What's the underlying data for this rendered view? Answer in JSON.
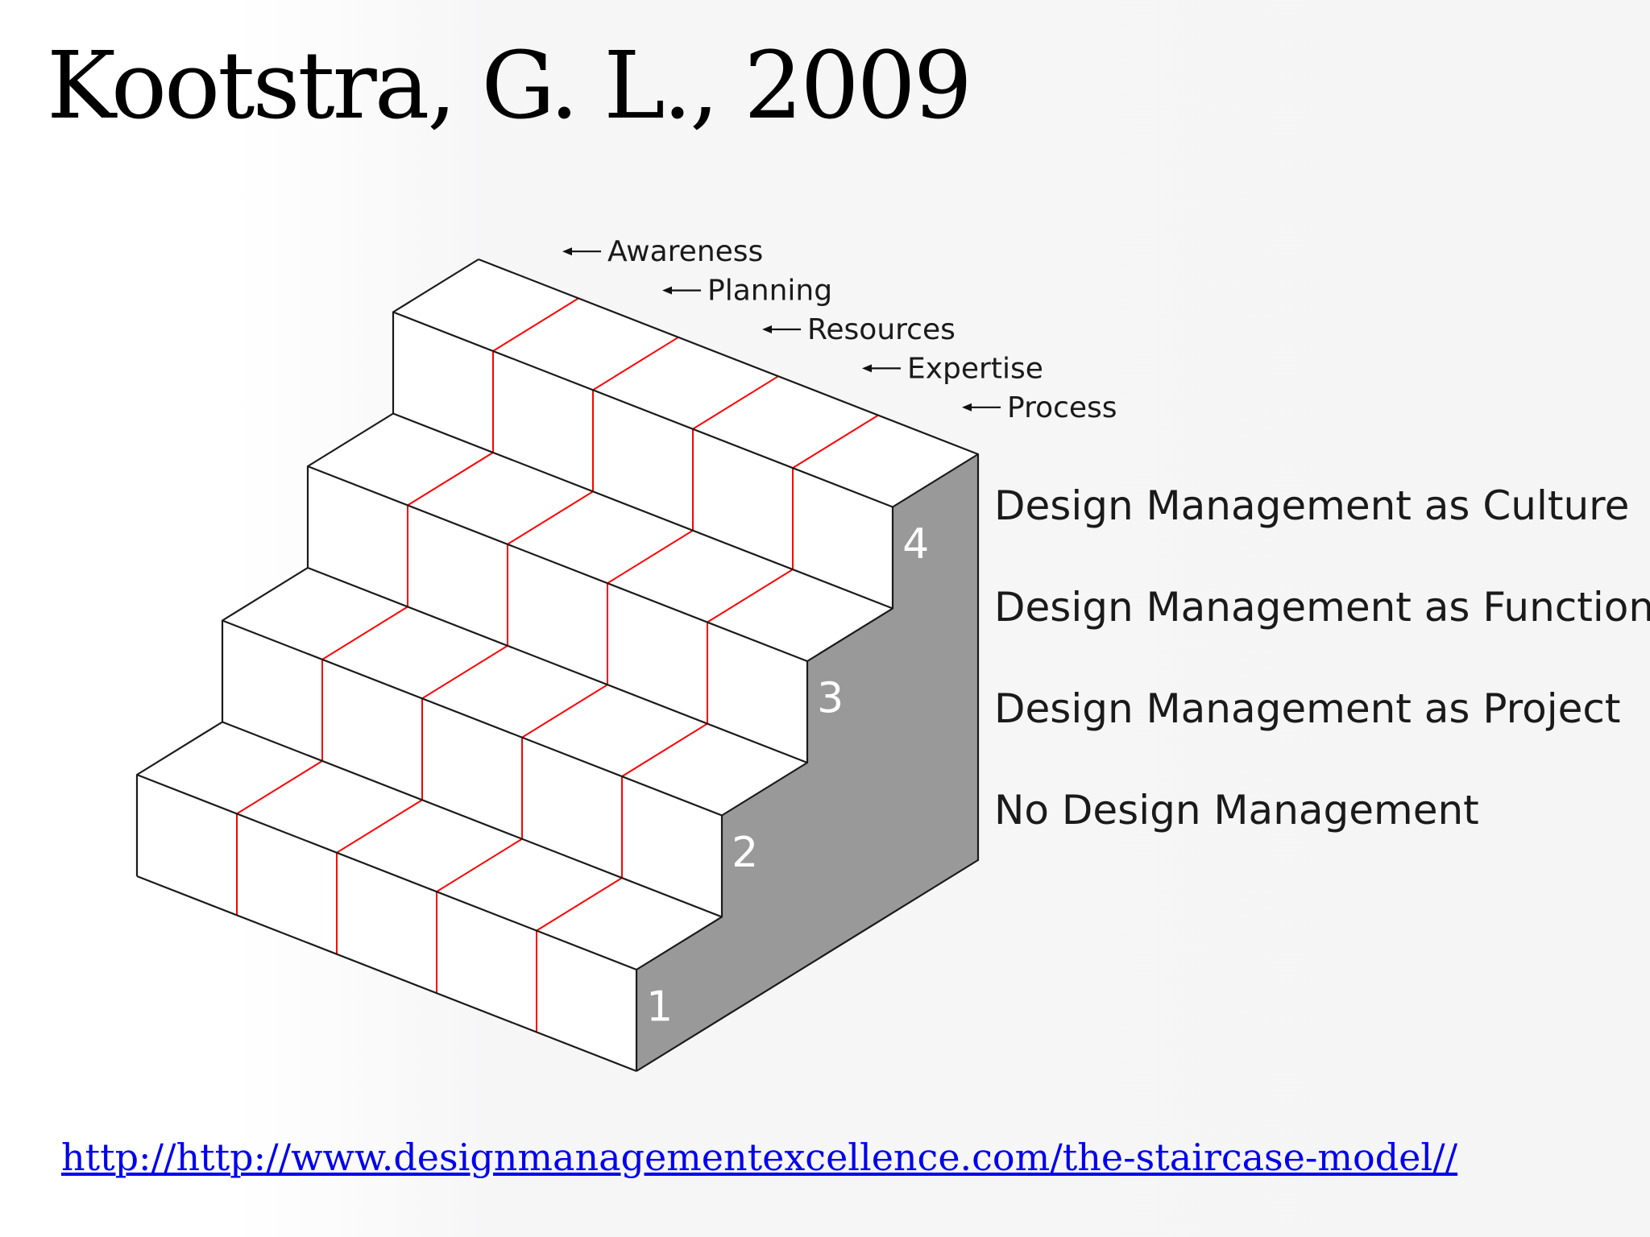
{
  "title": "Kootstra, G. L., 2009",
  "diagram": {
    "dimensions": [
      "Awareness",
      "Planning",
      "Resources",
      "Expertise",
      "Process"
    ],
    "levels": [
      {
        "number": "1",
        "label": "No Design Management"
      },
      {
        "number": "2",
        "label": "Design Management as Project"
      },
      {
        "number": "3",
        "label": "Design Management as Function"
      },
      {
        "number": "4",
        "label": "Design Management as Culture"
      }
    ],
    "colors": {
      "grid_lines": "#ff0000",
      "side_face": "#999999",
      "outline": "#1a1a1a",
      "face": "#ffffff"
    }
  },
  "source_link": "http://http://www.designmanagementexcellence.com/the-staircase-model//"
}
